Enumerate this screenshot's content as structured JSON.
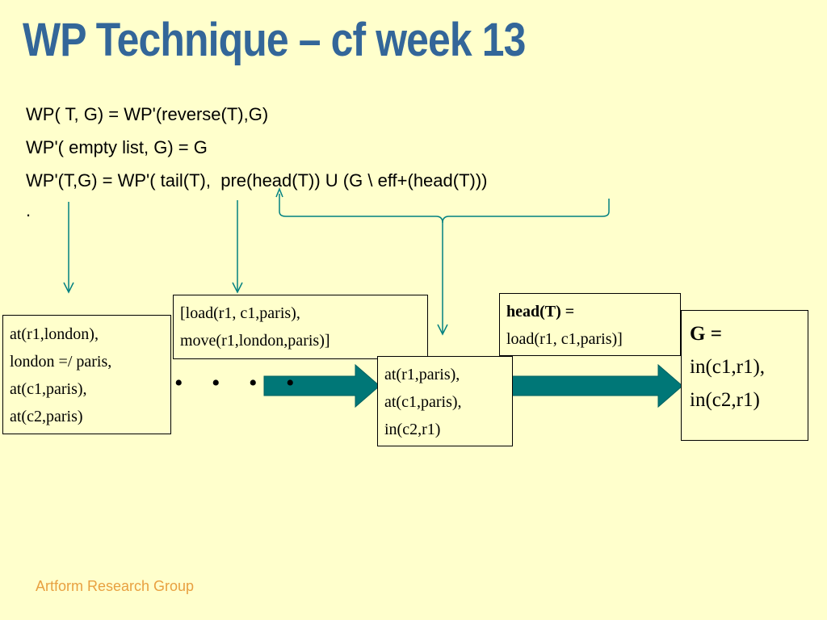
{
  "title": "WP Technique – cf week 13",
  "equations": [
    "WP( T, G) = WP'(reverse(T),G)",
    "WP'( empty list, G) = G",
    "WP'(T,G) = WP'( tail(T),  pre(head(T)) U (G \\ eff+(head(T)))"
  ],
  "stray_dot": ".",
  "state_initial": [
    "at(r1,london),",
    "london =/ paris,",
    "at(c1,paris),",
    "at(c2,paris)"
  ],
  "plan_box": [
    "[load(r1, c1,paris),",
    "move(r1,london,paris)]"
  ],
  "state_mid": [
    "at(r1,paris),",
    "at(c1,paris),",
    "in(c2,r1)"
  ],
  "head_box": {
    "label": "head(T) =",
    "value": "load(r1, c1,paris)]"
  },
  "goal_box": {
    "label": "G =",
    "lines": [
      "in(c1,r1),",
      "in(c2,r1)"
    ]
  },
  "ellipsis": "• • • •",
  "footer": "Artform Research Group",
  "colors": {
    "title": "#336699",
    "background": "#FFFFCC",
    "arrow_fill": "#007777",
    "arrow_line": "#008080",
    "footer": "#E8A040"
  }
}
